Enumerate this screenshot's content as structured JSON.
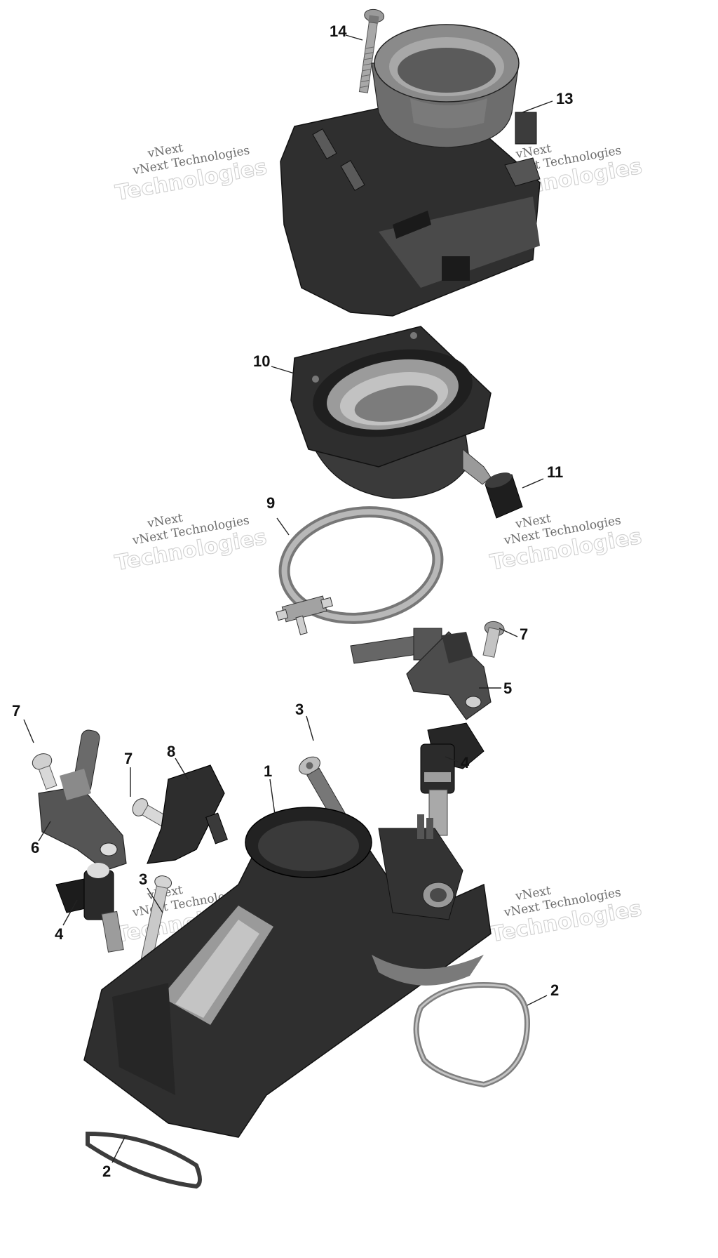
{
  "callouts": {
    "c14": "14",
    "c13": "13",
    "c10": "10",
    "c11": "11",
    "c9": "9",
    "c7a": "7",
    "c5": "5",
    "c7b": "7",
    "c3a": "3",
    "c4a": "4",
    "c7c": "7",
    "c8": "8",
    "c1": "1",
    "c6": "6",
    "c3b": "3",
    "c4b": "4",
    "c2a": "2",
    "c2b": "2"
  },
  "watermark": {
    "brand": "vNext",
    "company": "vNext Technologies",
    "big": "Technologies"
  },
  "colors": {
    "part_dark": "#2f2f2f",
    "part_mid": "#4a4a4a",
    "part_light": "#8a8a8a",
    "part_lighter": "#b5b5b5",
    "background": "#ffffff"
  }
}
